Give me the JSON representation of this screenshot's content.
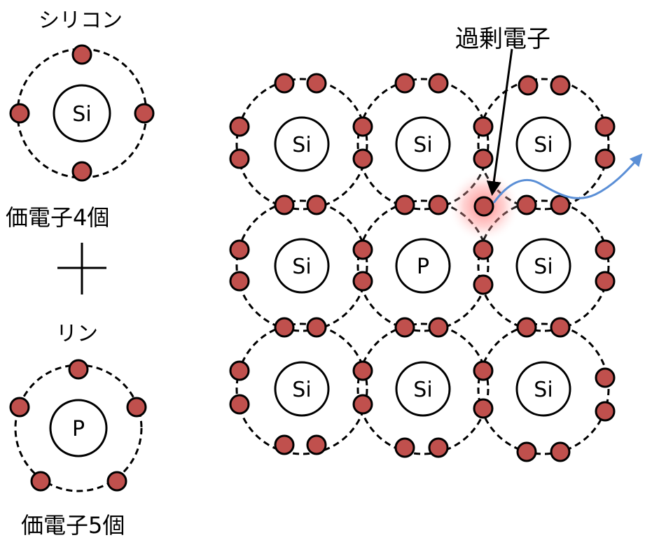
{
  "silicon": {
    "title": "シリコン",
    "symbol": "Si",
    "caption": "価電子4個"
  },
  "phosphorus": {
    "title": "リン",
    "symbol": "P",
    "caption": "価電子5個"
  },
  "plus_sign": "+",
  "excess_electron_label": "過剰電子",
  "lattice": {
    "rows": [
      [
        "Si",
        "Si",
        "Si"
      ],
      [
        "Si",
        "P",
        "Si"
      ],
      [
        "Si",
        "Si",
        "Si"
      ]
    ]
  },
  "colors": {
    "electron_fill": "#c0504d",
    "electron_stroke": "#000000",
    "orbit_stroke": "#000000",
    "glow": "#ff6f6f",
    "path_arrow": "#5b8fd6"
  }
}
